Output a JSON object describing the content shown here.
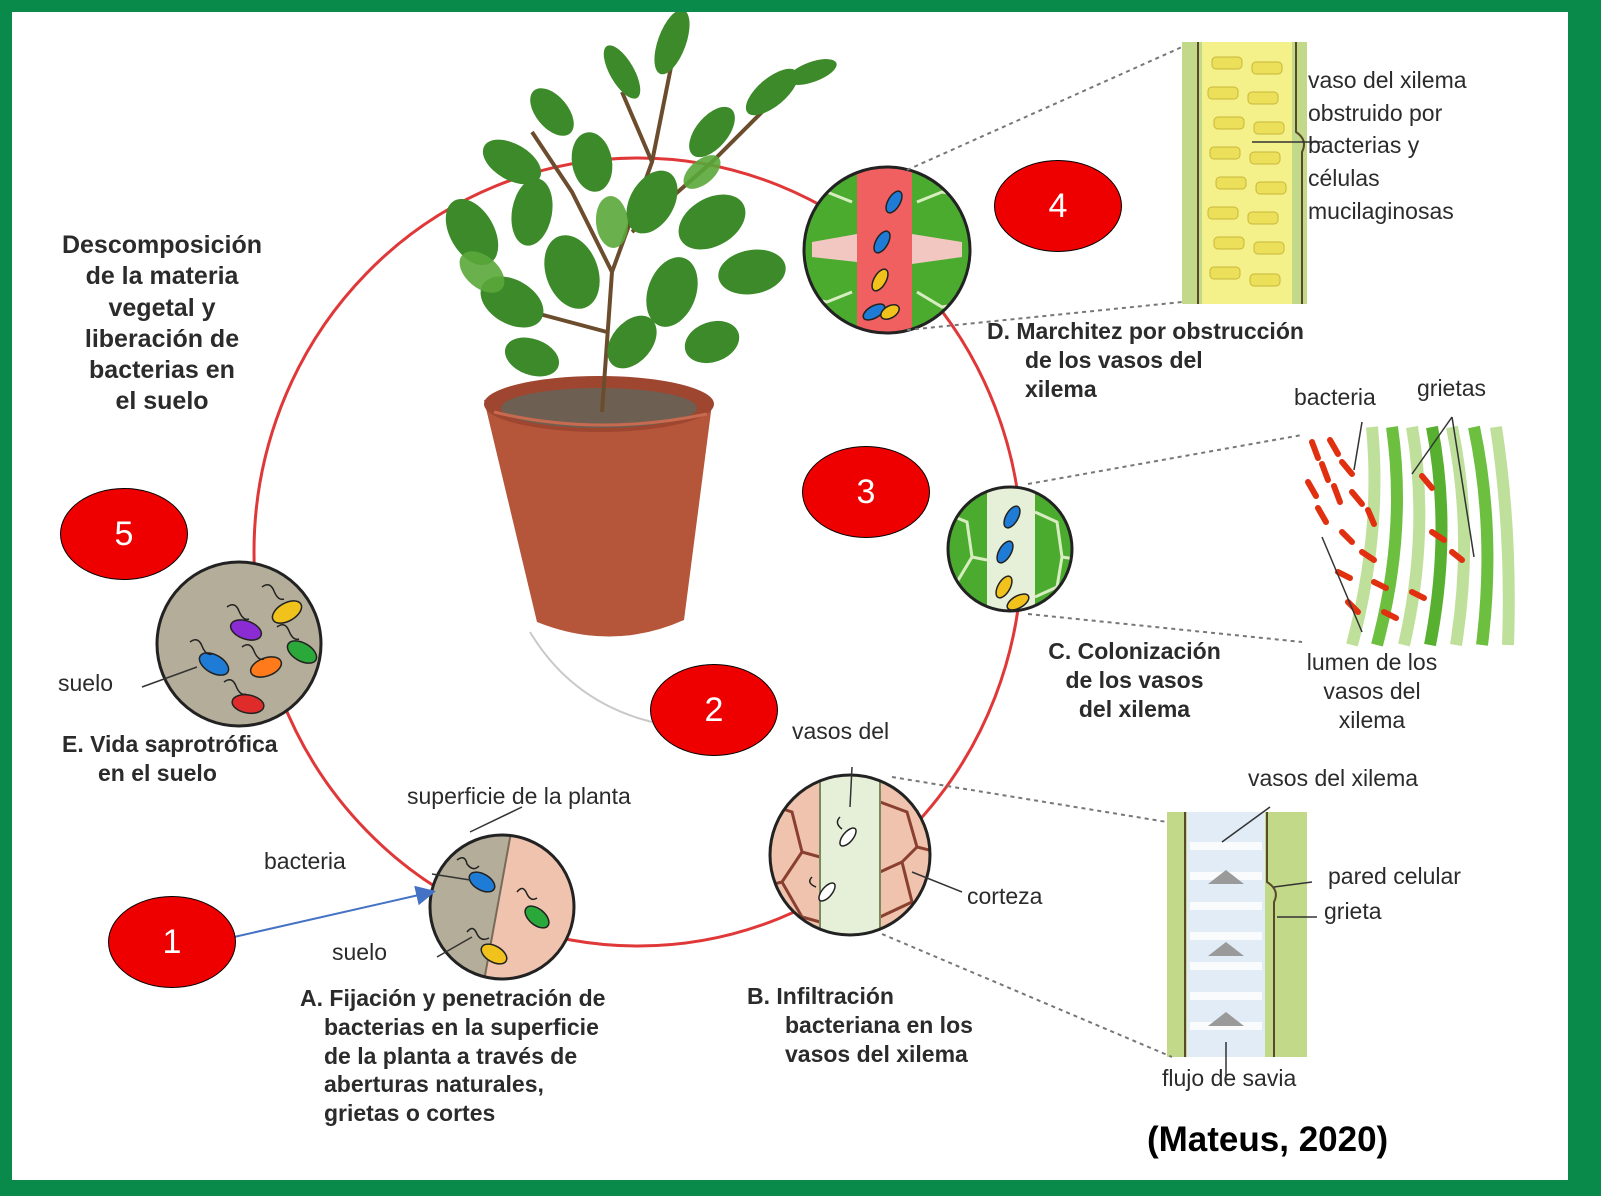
{
  "steps": [
    {
      "number": "1",
      "title": "A. Fijación y penetración de",
      "lines": [
        "bacterias en la superficie",
        "de la planta a través de",
        "aberturas naturales,",
        "grietas o cortes"
      ]
    },
    {
      "number": "2",
      "title": "B. Infiltración",
      "lines": [
        "bacteriana en los",
        "vasos del xilema"
      ]
    },
    {
      "number": "3",
      "title": "C. Colonización",
      "lines": [
        "de los vasos",
        "del xilema"
      ]
    },
    {
      "number": "4",
      "title": "D. Marchitez por obstrucción",
      "lines": [
        "de los vasos del",
        "xilema"
      ]
    },
    {
      "number": "5",
      "title": "E. Vida saprotrófica",
      "lines": [
        "en el suelo"
      ]
    }
  ],
  "decomposition": [
    "Descomposición",
    "de la materia",
    "vegetal y",
    "liberación de",
    "bacterias en",
    "el suelo"
  ],
  "labels": {
    "superficie": "superficie de la planta",
    "bacteria_a": "bacteria",
    "suelo_a": "suelo",
    "suelo_e": "suelo",
    "vasos_del": "vasos del",
    "corteza": "corteza",
    "vasos_del_xilema": "vasos del xilema",
    "pared_celular": "pared celular",
    "grieta": "grieta",
    "flujo_de_savia": "flujo de savia",
    "bacteria_c": "bacteria",
    "grietas": "grietas",
    "lumen": [
      "lumen de los",
      "vasos del",
      "xilema"
    ],
    "vaso_obstruido": [
      "vaso del xilema",
      "obstruido por",
      "bacterias y",
      "células",
      "mucilaginosas"
    ]
  },
  "citation": "(Mateus, 2020)",
  "colors": {
    "frame": "#0a8a4a",
    "cycle": "#e03838",
    "badge": "#ee0000",
    "xylem_green": "#4aab2f",
    "cortex_pink": "#efc3ad",
    "soil_gray": "#b3ad99"
  }
}
